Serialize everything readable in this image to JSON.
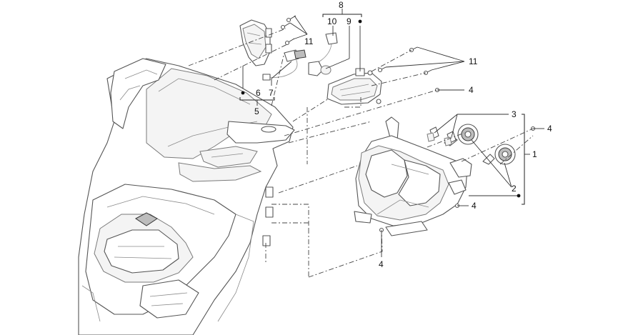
{
  "callouts": {
    "c1": "1",
    "c2": "2",
    "c3": "3",
    "c4a": "4",
    "c4b": "4",
    "c4c": "4",
    "c4d": "4",
    "c5": "5",
    "c6": "6",
    "c7": "7",
    "c8": "8",
    "c9": "9",
    "c10": "10",
    "c11a": "11",
    "c11b": "11"
  }
}
